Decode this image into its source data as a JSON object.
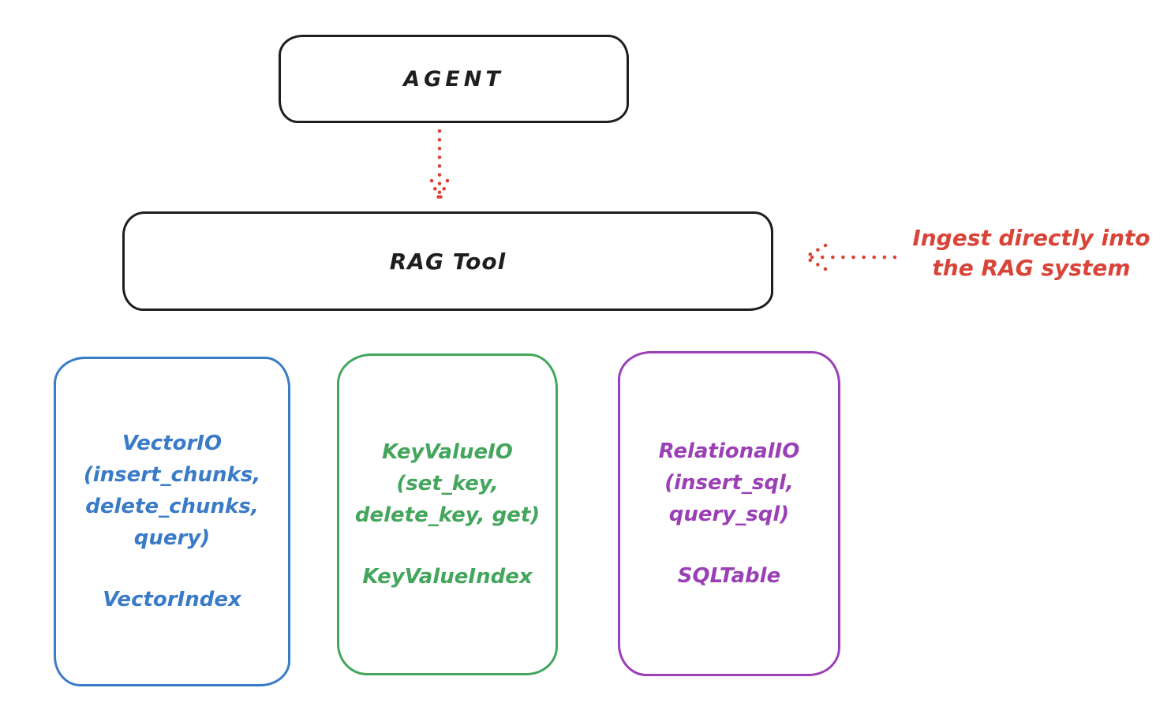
{
  "diagram": {
    "agent_box": {
      "label": "AGENT"
    },
    "rag_box": {
      "label": "RAG Tool"
    },
    "annotation": {
      "text": "Ingest directly into\nthe RAG system"
    },
    "io_boxes": [
      {
        "id": "vector",
        "title": "VectorIO",
        "params": "(insert_chunks,\ndelete_chunks,\nquery)",
        "index_label": "VectorIndex",
        "color": "#3a7bc8"
      },
      {
        "id": "keyvalue",
        "title": "KeyValueIO",
        "params": "(set_key,\ndelete_key, get)",
        "index_label": "KeyValueIndex",
        "color": "#44a55c"
      },
      {
        "id": "relational",
        "title": "RelationalIO",
        "params": "(insert_sql,\nquery_sql)",
        "index_label": "SQLTable",
        "color": "#9b3fb5"
      }
    ],
    "colors": {
      "ink": "#1e1e1e",
      "accent_red": "#d94438",
      "background": "#ffffff"
    }
  }
}
